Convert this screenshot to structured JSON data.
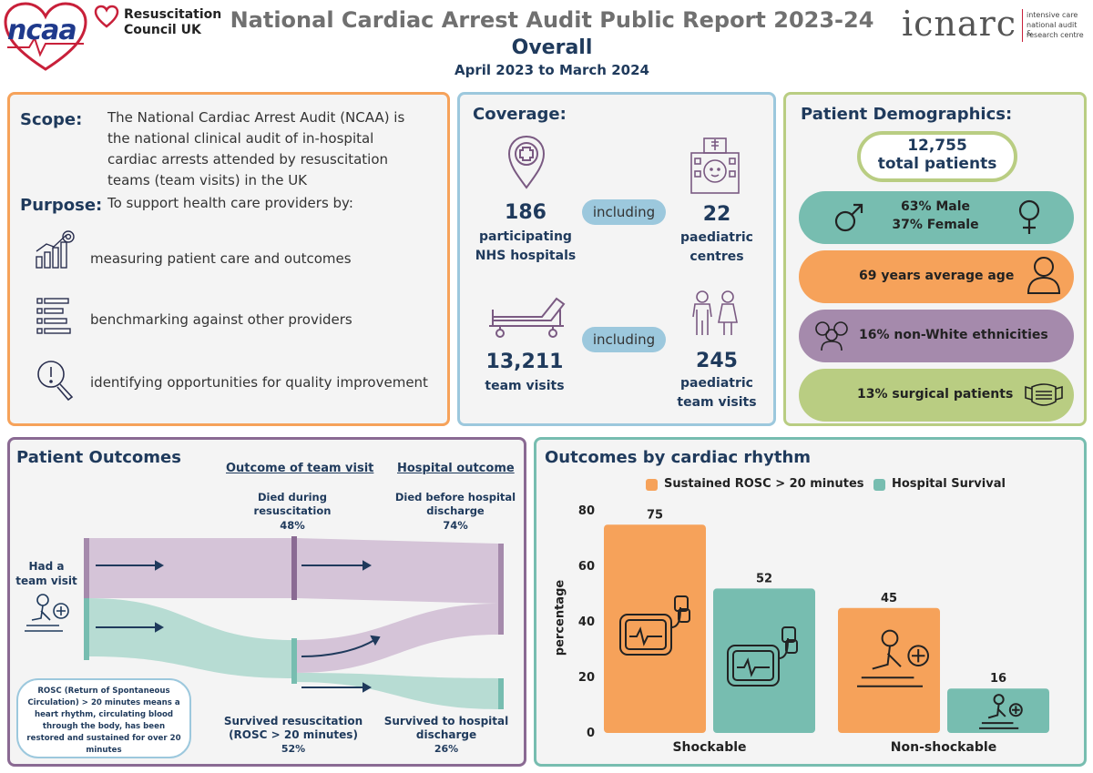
{
  "header": {
    "logo_ncaa": "ncaa",
    "logo_rc_line1": "Resuscitation",
    "logo_rc_line2": "Council UK",
    "title": "National Cardiac Arrest Audit Public Report 2023-24",
    "subtitle": "Overall",
    "period": "April 2023 to March 2024",
    "logo_icnarc": "icnarc",
    "logo_icnarc_tag": [
      "intensive care",
      "national audit &",
      "research centre"
    ]
  },
  "scope_panel": {
    "scope_label": "Scope:",
    "scope_text": "The National Cardiac Arrest Audit (NCAA) is the national clinical audit of in-hospital cardiac arrests attended by resuscitation teams (team visits) in the UK",
    "purpose_label": "Purpose:",
    "purpose_text": "To support health care providers by:",
    "items": [
      {
        "icon": "growth-chart-icon",
        "text": "measuring patient care and outcomes"
      },
      {
        "icon": "checklist-icon",
        "text": "benchmarking against other providers"
      },
      {
        "icon": "magnifier-alert-icon",
        "text": "identifying opportunities for quality improvement"
      }
    ]
  },
  "coverage": {
    "title": "Coverage:",
    "hospitals_value": "186",
    "hospitals_label1": "participating",
    "hospitals_label2": "NHS hospitals",
    "including": "including",
    "paed_centres_value": "22",
    "paed_centres_label1": "paediatric",
    "paed_centres_label2": "centres",
    "team_visits_value": "13,211",
    "team_visits_label": "team visits",
    "paed_visits_value": "245",
    "paed_visits_label1": "paediatric",
    "paed_visits_label2": "team visits"
  },
  "demographics": {
    "title": "Patient Demographics:",
    "total_value": "12,755",
    "total_label": "total patients",
    "male": "63% Male",
    "female": "37% Female",
    "age": "69 years average age",
    "ethnicity": "16% non-White ethnicities",
    "surgical": "13% surgical patients",
    "colors": {
      "teal": "#77bdb0",
      "orange": "#f6a25a",
      "purple": "#a58aac",
      "green": "#b9cd82"
    }
  },
  "outcomes": {
    "title": "Patient Outcomes",
    "col1_heading": "Outcome of team visit",
    "col2_heading": "Hospital outcome",
    "start_label1": "Had a",
    "start_label2": "team  visit",
    "died_resus_label1": "Died during",
    "died_resus_label2": "resuscitation",
    "died_resus_pct": "48%",
    "died_hosp_label1": "Died before hospital",
    "died_hosp_label2": "discharge",
    "died_hosp_pct": "74%",
    "survived_resus_label1": "Survived resuscitation",
    "survived_resus_label2": "(ROSC > 20 minutes)",
    "survived_resus_pct": "52%",
    "survived_hosp_label1": "Survived to hospital",
    "survived_hosp_label2": "discharge",
    "survived_hosp_pct": "26%",
    "rosc_note": "ROSC (Return of Spontaneous Circulation) > 20 minutes means a heart rhythm, circulating blood through the body, has been restored and sustained for over 20 minutes"
  },
  "rhythm_chart": {
    "title": "Outcomes by cardiac rhythm",
    "ylabel": "percentage",
    "chart_data": {
      "type": "bar",
      "categories": [
        "Shockable",
        "Non-shockable"
      ],
      "series": [
        {
          "name": "Sustained ROSC > 20 minutes",
          "values": [
            75,
            45
          ],
          "color": "#f6a25a"
        },
        {
          "name": "Hospital Survival",
          "values": [
            52,
            16
          ],
          "color": "#77bdb0"
        }
      ],
      "ylim": [
        0,
        80
      ],
      "yticks": [
        0,
        20,
        40,
        60,
        80
      ],
      "ylabel": "percentage",
      "legend": "top",
      "grid": false
    }
  }
}
